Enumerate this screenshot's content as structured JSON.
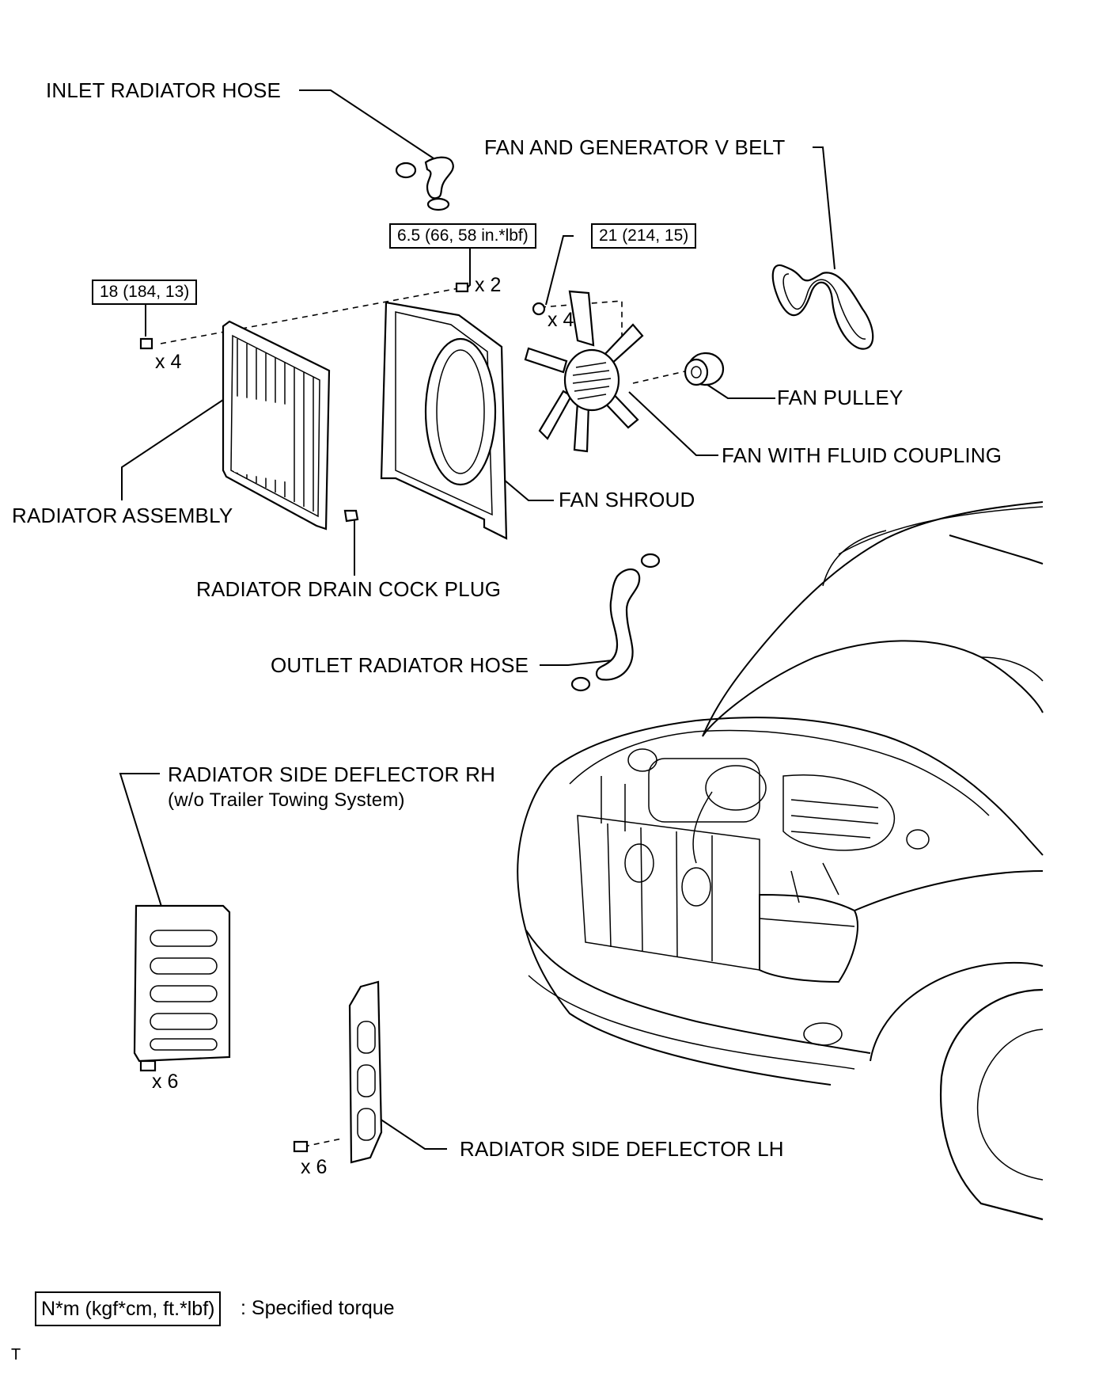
{
  "labels": {
    "inlet_radiator_hose": "INLET RADIATOR HOSE",
    "fan_and_generator_v_belt": "FAN AND GENERATOR V BELT",
    "fan_pulley": "FAN PULLEY",
    "fan_with_fluid_coupling": "FAN WITH FLUID COUPLING",
    "fan_shroud": "FAN SHROUD",
    "radiator_assembly": "RADIATOR ASSEMBLY",
    "radiator_drain_cock_plug": "RADIATOR DRAIN COCK PLUG",
    "outlet_radiator_hose": "OUTLET RADIATOR HOSE",
    "radiator_side_deflector_rh": "RADIATOR SIDE DEFLECTOR RH",
    "radiator_side_deflector_rh_note": "(w/o Trailer Towing System)",
    "radiator_side_deflector_lh": "RADIATOR SIDE DEFLECTOR LH"
  },
  "torques": {
    "shroud_bolt": "6.5 (66, 58 in.*lbf)",
    "fan_nut": "21 (214, 15)",
    "radiator_bolt": "18 (184, 13)"
  },
  "quantities": {
    "shroud_bolt": "x 2",
    "fan_nut": "x 4",
    "radiator_bolt": "x 4",
    "deflector_rh_bolt": "x 6",
    "deflector_lh_bolt": "x 6"
  },
  "legend": {
    "box": "N*m (kgf*cm, ft.*lbf)",
    "text": ": Specified torque"
  },
  "corner_mark": "T"
}
